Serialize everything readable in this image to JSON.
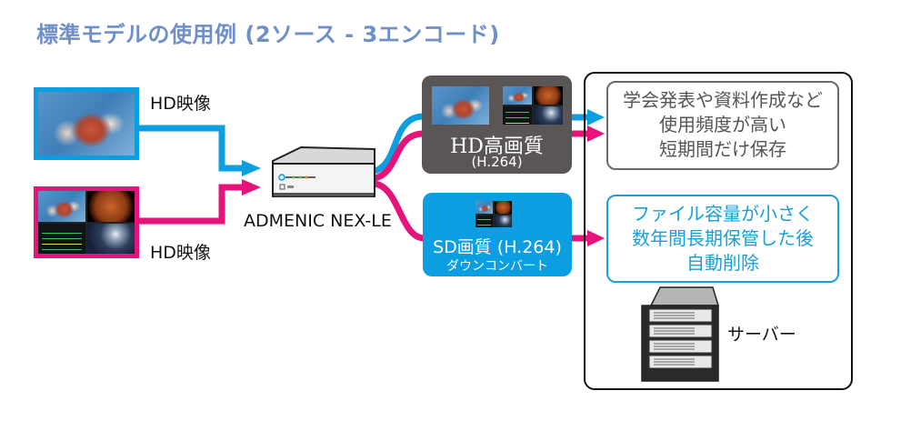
{
  "title": "標準モデルの使用例 (2ソース - 3エンコード)",
  "colors": {
    "title": "#6f8fc8",
    "blue": "#0b9ee0",
    "magenta": "#e5137a",
    "hd_box": "#5a5656",
    "sd_box": "#0b9ee0"
  },
  "sources": [
    {
      "label": "HD映像",
      "color": "blue",
      "image": "surgical-camera-view"
    },
    {
      "label": "HD映像",
      "color": "magenta",
      "image": "quad-split-multiview"
    }
  ],
  "device": {
    "label": "ADMENIC NEX-LE",
    "icon": "encoder-device-icon"
  },
  "outputs": [
    {
      "title": "HD高画質",
      "subtitle": "(H.264)"
    },
    {
      "title": "SD画質 (H.264)",
      "subtitle": "ダウンコンバート"
    }
  ],
  "notes": [
    {
      "lines": [
        "学会発表や資料作成など",
        "使用頻度が高い",
        "短期間だけ保存"
      ]
    },
    {
      "lines": [
        "ファイル容量が小さく",
        "数年間長期保管した後",
        "自動削除"
      ]
    }
  ],
  "server": {
    "label": "サーバー",
    "icon": "server-rack-icon"
  }
}
